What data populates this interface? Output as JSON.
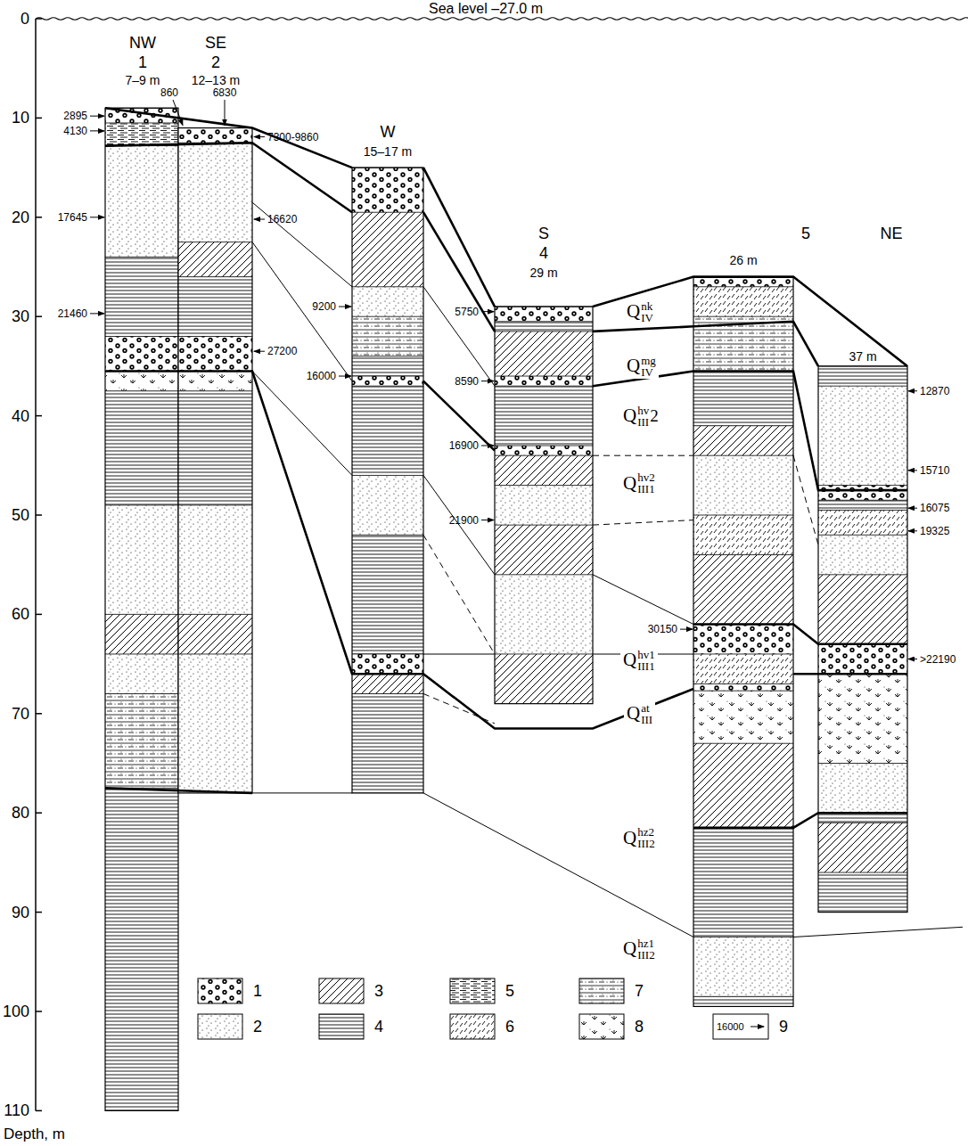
{
  "diagram": {
    "labels": [
      "Sea level –27.0 m",
      "0",
      "10",
      "20",
      "30",
      "40",
      "50",
      "60",
      "70",
      "80",
      "90",
      "100",
      "110",
      "Depth, m",
      "NW",
      "SE",
      "1",
      "2",
      "7–9 m",
      "12–13 m",
      "W",
      "15–17 m",
      "S",
      "4",
      "29 m",
      "5",
      "NE",
      "26 m",
      "37 m",
      "2895",
      "4130",
      "860",
      "6830",
      "7300-9860",
      "17645",
      "16620",
      "21460",
      "27200",
      "9200",
      "16000",
      "5750",
      "8590",
      "16900",
      "21900",
      "30150",
      "12870",
      "15710",
      "16075",
      "19325",
      ">22190",
      "Q",
      "IV",
      "nk",
      "Q",
      "IV",
      "mg",
      "Q",
      "III",
      "hv",
      "2",
      "Q",
      "III",
      "1",
      "hv",
      "2",
      "Q",
      "III",
      "1",
      "hv",
      "1",
      "Q",
      "III",
      "at",
      "Q",
      "III",
      "2",
      "hz",
      "2",
      "Q",
      "III",
      "2",
      "hz",
      "1",
      "16000"
    ],
    "legend": [
      {
        "text": "1"
      },
      {
        "text": "2"
      },
      {
        "text": "3"
      },
      {
        "text": "4"
      },
      {
        "text": "5"
      },
      {
        "text": "6"
      },
      {
        "text": "7"
      },
      {
        "text": "8"
      },
      {
        "text": "9"
      }
    ]
  }
}
